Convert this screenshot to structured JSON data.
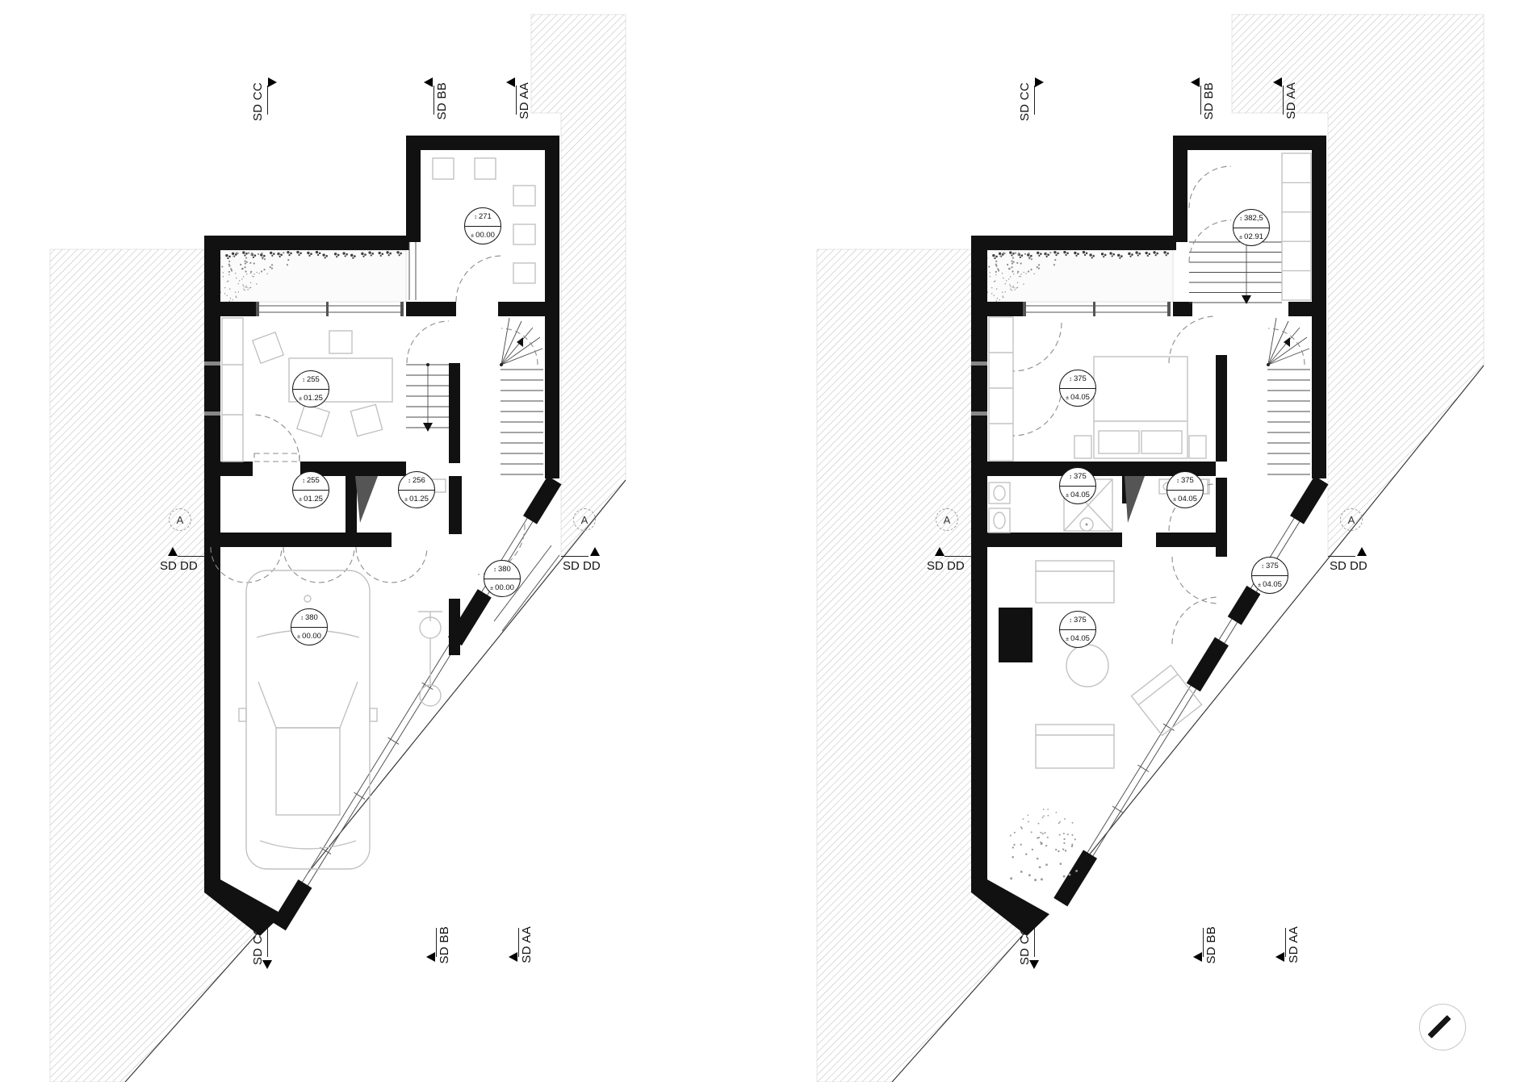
{
  "labels": {
    "sd_cc": "SD CC",
    "sd_bb": "SD BB",
    "sd_aa": "SD AA",
    "sd_dd": "SD DD",
    "axis_a": "A"
  },
  "glyphs": {
    "height": "↕",
    "level": "±"
  },
  "plans": [
    {
      "id": "ground-floor",
      "markers": [
        {
          "height": "271",
          "level": "00.00"
        },
        {
          "height": "255",
          "level": "01.25"
        },
        {
          "height": "255",
          "level": "01.25"
        },
        {
          "height": "256",
          "level": "01.25"
        },
        {
          "height": "380",
          "level": "00.00"
        },
        {
          "height": "380",
          "level": "00.00"
        }
      ]
    },
    {
      "id": "upper-floor",
      "markers": [
        {
          "height": "382,5",
          "level": "02.91"
        },
        {
          "height": "375",
          "level": "04.05"
        },
        {
          "height": "375",
          "level": "04.05"
        },
        {
          "height": "375",
          "level": "04.05"
        },
        {
          "height": "375",
          "level": "04.05"
        },
        {
          "height": "375",
          "level": "04.05"
        }
      ]
    }
  ],
  "colors": {
    "wall": "#111111",
    "hatch": "#b9b9b9",
    "furniture": "#c2c2c2",
    "dashed_doors": "#8c8c8c"
  }
}
